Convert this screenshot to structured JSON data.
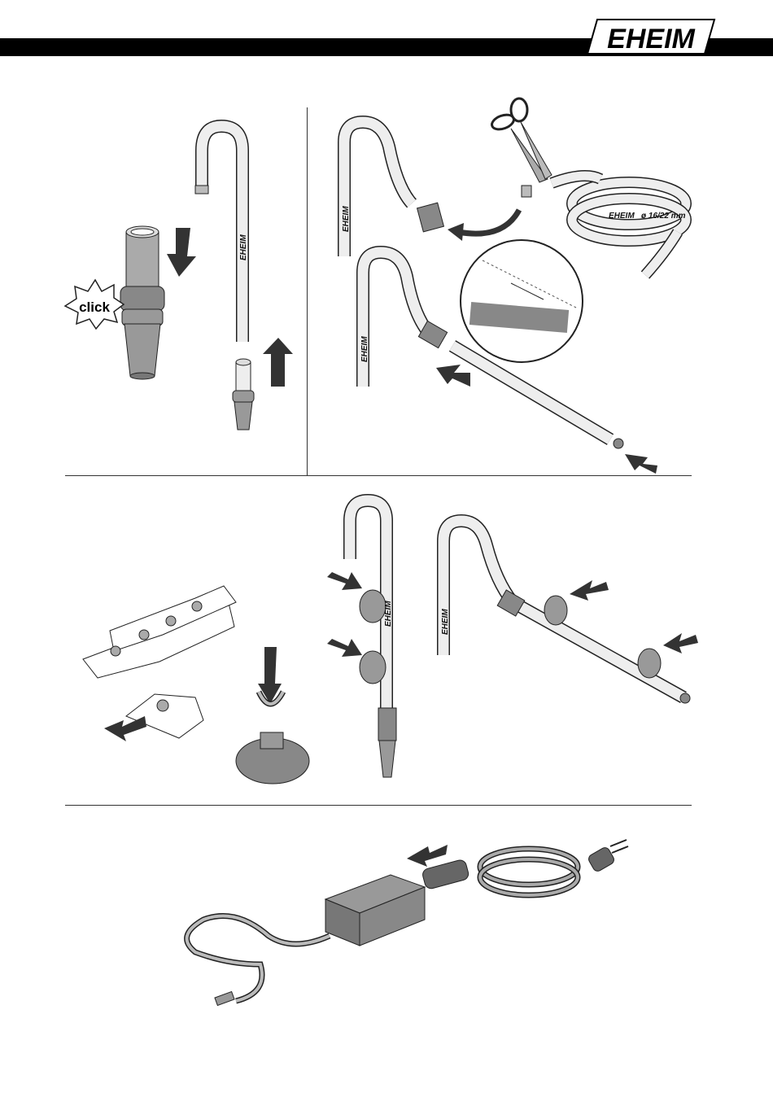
{
  "brand": {
    "logo": "EHEIM"
  },
  "labels": {
    "click": "click",
    "pipe_brand": "EHEIM",
    "hose_brand": "EHEIM",
    "hose_size": "ø 16/22 mm"
  },
  "colors": {
    "header": "#000000",
    "pipe_fill": "#eeeeee",
    "part_fill": "#9a9a9a",
    "arrow": "#222222",
    "outline": "#222222"
  },
  "icons": [
    "down-arrow-icon",
    "up-arrow-icon",
    "scissors-icon",
    "click-burst-icon",
    "power-plug-icon"
  ]
}
